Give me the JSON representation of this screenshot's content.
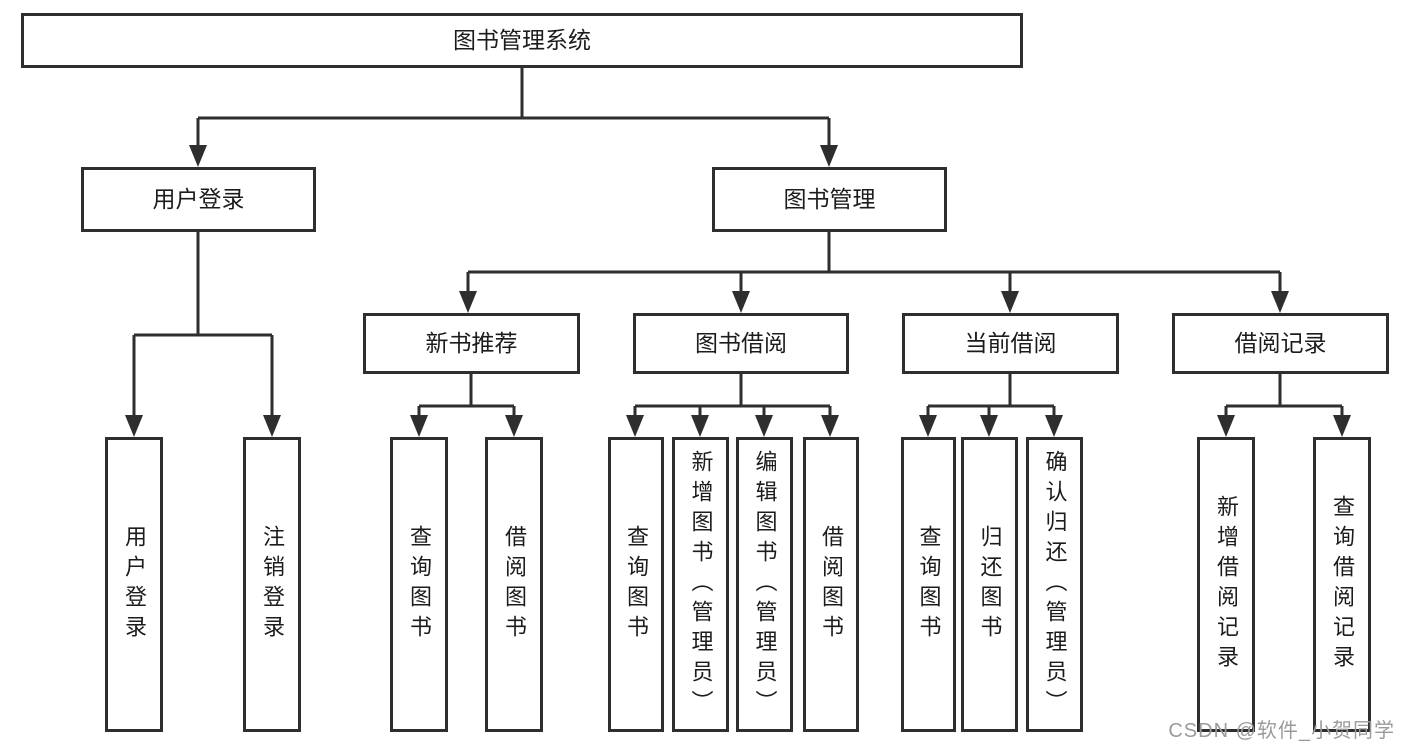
{
  "tree": {
    "root": "图书管理系统",
    "login": {
      "label": "用户登录",
      "children": [
        "用户登录",
        "注销登录"
      ]
    },
    "management": {
      "label": "图书管理",
      "sections": [
        {
          "label": "新书推荐",
          "children": [
            "查询图书",
            "借阅图书"
          ]
        },
        {
          "label": "图书借阅",
          "children": [
            "查询图书",
            "新增图书（管理员）",
            "编辑图书（管理员）",
            "借阅图书"
          ]
        },
        {
          "label": "当前借阅",
          "children": [
            "查询图书",
            "归还图书",
            "确认归还（管理员）"
          ]
        },
        {
          "label": "借阅记录",
          "children": [
            "新增借阅记录",
            "查询借阅记录"
          ]
        }
      ]
    }
  },
  "watermark": {
    "text": "CSDN @软件_小贺同学"
  },
  "colors": {
    "line": "#2e2e2e",
    "box_border": "#2e2e2e",
    "text": "#1c1c1c",
    "watermark": "#9b9b9b",
    "background": "#ffffff"
  }
}
